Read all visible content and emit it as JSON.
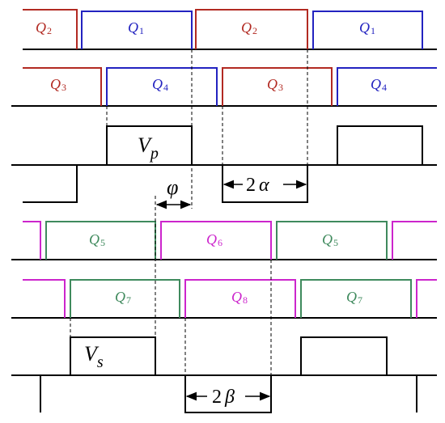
{
  "colors": {
    "red": "#b22a22",
    "blue": "#2323c0",
    "green": "#3f8a5d",
    "magenta": "#cc25cc",
    "black": "#000000"
  },
  "labels": {
    "q2a": {
      "letter": "Q",
      "sub": "2"
    },
    "q1a": {
      "letter": "Q",
      "sub": "1"
    },
    "q2b": {
      "letter": "Q",
      "sub": "2"
    },
    "q1b": {
      "letter": "Q",
      "sub": "1"
    },
    "q3a": {
      "letter": "Q",
      "sub": "3"
    },
    "q4a": {
      "letter": "Q",
      "sub": "4"
    },
    "q3b": {
      "letter": "Q",
      "sub": "3"
    },
    "q4b": {
      "letter": "Q",
      "sub": "4"
    },
    "q5a": {
      "letter": "Q",
      "sub": "5"
    },
    "q6a": {
      "letter": "Q",
      "sub": "6"
    },
    "q5b": {
      "letter": "Q",
      "sub": "5"
    },
    "q7a": {
      "letter": "Q",
      "sub": "7"
    },
    "q8a": {
      "letter": "Q",
      "sub": "8"
    },
    "q7b": {
      "letter": "Q",
      "sub": "7"
    },
    "vp": {
      "letter": "V",
      "sub": "p"
    },
    "vs": {
      "letter": "V",
      "sub": "s"
    },
    "phi": "φ",
    "alpha": {
      "coef": "2",
      "sym": "α"
    },
    "beta": {
      "coef": "2",
      "sym": "β"
    }
  }
}
